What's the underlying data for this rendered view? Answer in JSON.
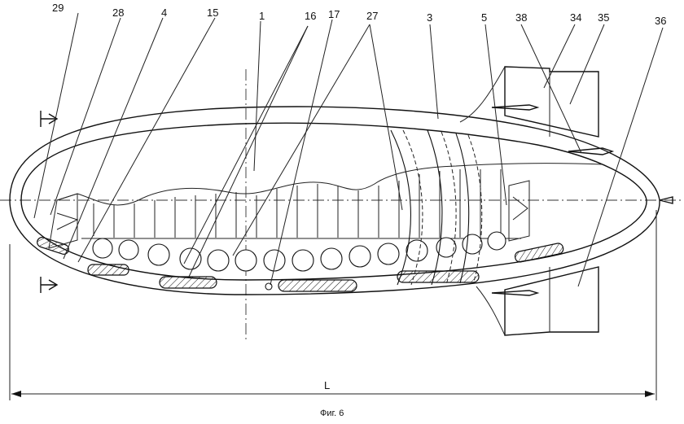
{
  "labels": {
    "l29": "29",
    "l28": "28",
    "l4": "4",
    "l15": "15",
    "l1": "1",
    "l16": "16",
    "l17": "17",
    "l27": "27",
    "l3": "3",
    "l5": "5",
    "l38": "38",
    "l34": "34",
    "l35": "35",
    "l36": "36"
  },
  "dimension": {
    "length_label": "L"
  },
  "caption": "Фиг. 6"
}
